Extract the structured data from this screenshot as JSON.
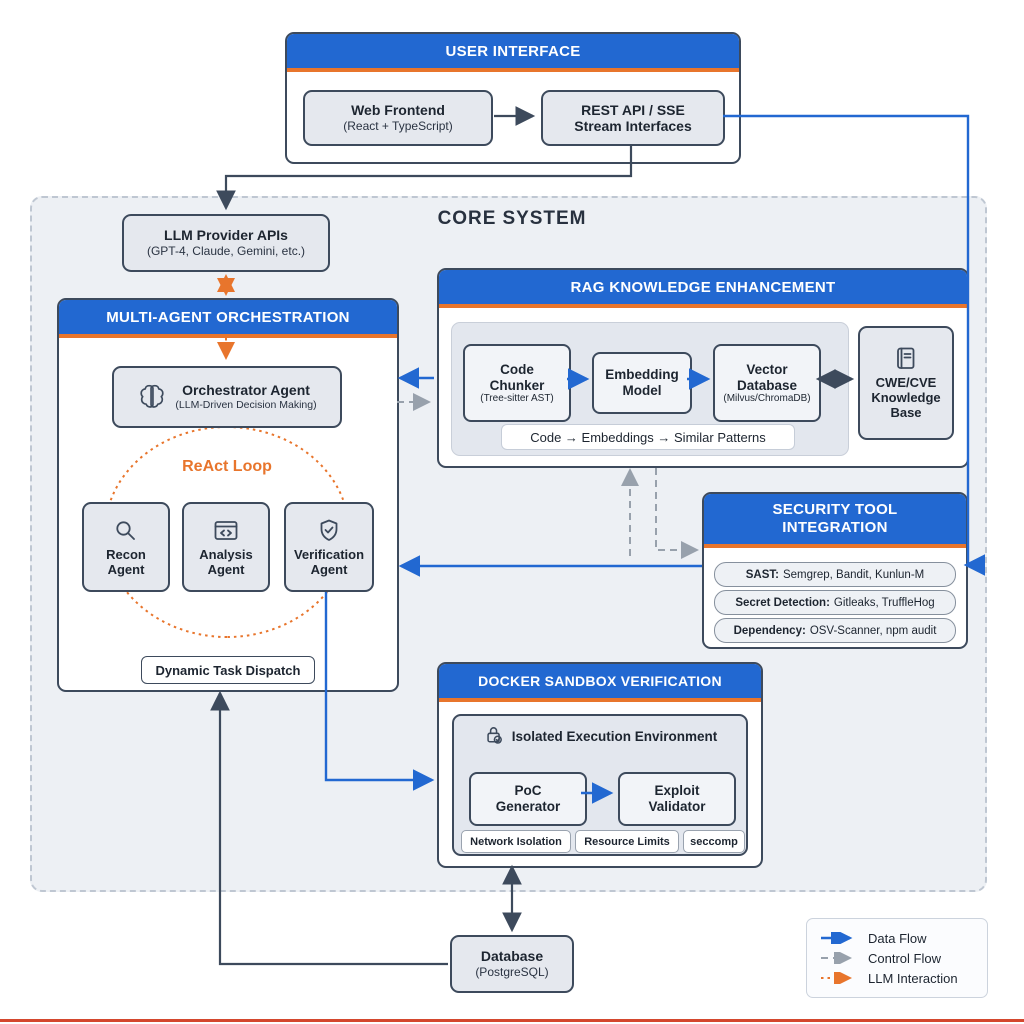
{
  "page": {
    "core_label": "CORE SYSTEM"
  },
  "user_interface": {
    "title": "USER INTERFACE",
    "web_frontend": {
      "title": "Web Frontend",
      "subtitle": "(React + TypeScript)"
    },
    "rest_api": {
      "title": "REST API / SSE",
      "subtitle": "Stream Interfaces"
    }
  },
  "llm_providers": {
    "title": "LLM Provider APIs",
    "subtitle": "(GPT-4, Claude, Gemini, etc.)"
  },
  "orchestration": {
    "title": "MULTI-AGENT ORCHESTRATION",
    "orchestrator": {
      "title": "Orchestrator Agent",
      "subtitle": "(LLM-Driven Decision Making)"
    },
    "react_loop_label": "ReAct Loop",
    "agents": [
      {
        "name_line1": "Recon",
        "name_line2": "Agent"
      },
      {
        "name_line1": "Analysis",
        "name_line2": "Agent"
      },
      {
        "name_line1": "Verification",
        "name_line2": "Agent"
      }
    ],
    "dispatch_label": "Dynamic Task Dispatch"
  },
  "rag": {
    "title": "RAG KNOWLEDGE ENHANCEMENT",
    "code_chunker": {
      "line1": "Code",
      "line2": "Chunker",
      "subtitle": "(Tree-sitter AST)"
    },
    "embedding_model": {
      "line1": "Embedding",
      "line2": "Model"
    },
    "vector_database": {
      "line1": "Vector",
      "line2": "Database",
      "subtitle": "(Milvus/ChromaDB)"
    },
    "pipeline_caption": "Code → Embeddings → Similar Patterns",
    "knowledge_base": {
      "line1": "CWE/CVE",
      "line2": "Knowledge",
      "line3": "Base"
    }
  },
  "security_tools": {
    "title_line1": "SECURITY TOOL",
    "title_line2": "INTEGRATION",
    "rows": [
      {
        "label": "SAST:",
        "value": "Semgrep, Bandit, Kunlun-M"
      },
      {
        "label": "Secret Detection:",
        "value": "Gitleaks, TruffleHog"
      },
      {
        "label": "Dependency:",
        "value": "OSV-Scanner, npm audit"
      }
    ]
  },
  "sandbox": {
    "title": "DOCKER SANDBOX VERIFICATION",
    "environment_label": "Isolated Execution Environment",
    "poc_generator": {
      "line1": "PoC",
      "line2": "Generator"
    },
    "exploit_validator": {
      "line1": "Exploit",
      "line2": "Validator"
    },
    "badges": [
      "Network Isolation",
      "Resource Limits",
      "seccomp"
    ]
  },
  "database": {
    "title": "Database",
    "subtitle": "(PostgreSQL)"
  },
  "legend": {
    "items": [
      {
        "label": "Data Flow"
      },
      {
        "label": "Control Flow"
      },
      {
        "label": "LLM Interaction"
      }
    ]
  },
  "colors": {
    "header_blue": "#2268d1",
    "accent_orange": "#e8752c",
    "outline_dark": "#3d4a5c",
    "control_flow_gray": "#98a1ac",
    "core_background": "#edf0f4",
    "node_background": "#e5e8ee",
    "bottom_line_red": "#d4472e"
  }
}
